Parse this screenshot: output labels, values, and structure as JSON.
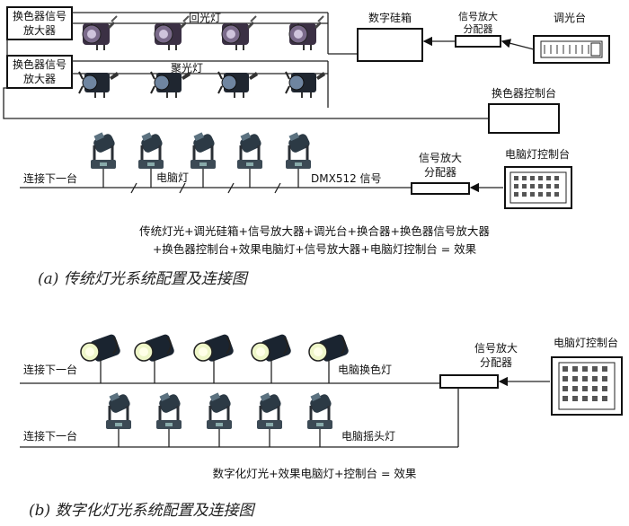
{
  "section_a": {
    "amp_box_1": [
      "换色器信号",
      "放大器"
    ],
    "amp_box_2": [
      "换色器信号",
      "放大器"
    ],
    "back_light_label": "回光灯",
    "spot_light_label": "聚光灯",
    "dimmer_label": "数字硅箱",
    "splitter_top": [
      "信号放大",
      "分配器"
    ],
    "console_label": "调光台",
    "scroller_ctrl_label": "换色器控制台",
    "chain_label": "连接下一台",
    "moving_head_label": "电脑灯",
    "dmx_label": "DMX512 信号",
    "splitter_mid": [
      "信号放大",
      "分配器"
    ],
    "moving_console_label": "电脑灯控制台",
    "equation": [
      "传统灯光+调光硅箱+信号放大器+调光台+换合器+换色器信号放大器",
      "+换色器控制台+效果电脑灯+信号放大器+电脑灯控制台 = 效果"
    ],
    "caption": "(a)  传统灯光系统配置及连接图"
  },
  "section_b": {
    "chain_label_1": "连接下一台",
    "color_light_label": "电脑换色灯",
    "splitter": [
      "信号放大",
      "分配器"
    ],
    "console_label": "电脑灯控制台",
    "chain_label_2": "连接下一台",
    "moving_head_label": "电脑摇头灯",
    "equation": "数字化灯光+效果电脑灯+控制台 = 效果",
    "caption": "(b)  数字化灯光系统配置及连接图"
  },
  "icons": [
    "fresnel-icon",
    "spotlight-icon",
    "moving-head-icon",
    "led-color-light-icon",
    "console-icon"
  ]
}
